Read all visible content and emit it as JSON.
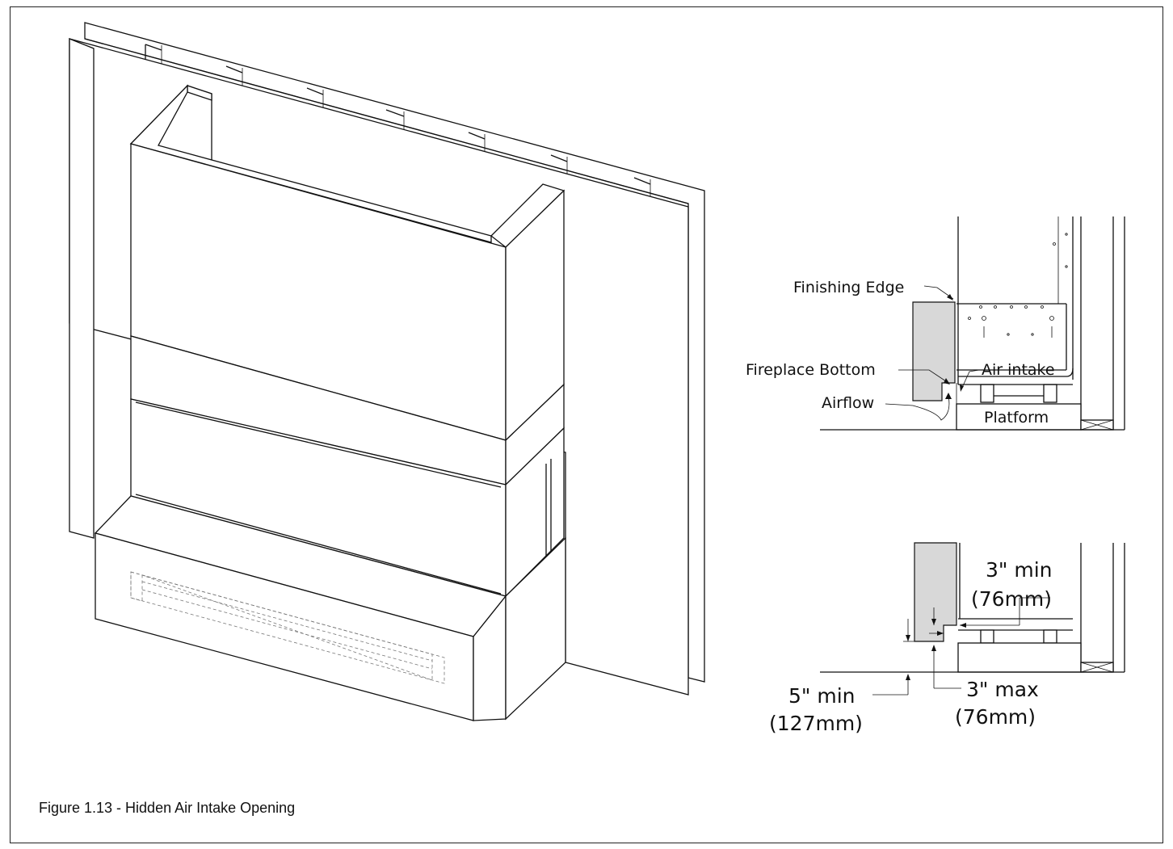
{
  "figure": {
    "caption": "Figure 1.13 - Hidden Air Intake Opening"
  },
  "detail_top": {
    "finishing_edge": "Finishing Edge",
    "fireplace_bottom": "Fireplace Bottom",
    "air_intake": "Air intake",
    "airflow": "Airflow",
    "platform": "Platform"
  },
  "detail_bottom": {
    "three_min": "3\" min",
    "three_min_mm": "(76mm)",
    "three_max": "3\" max",
    "three_max_mm": "(76mm)",
    "five_min": "5\" min",
    "five_min_mm": "(127mm)"
  }
}
